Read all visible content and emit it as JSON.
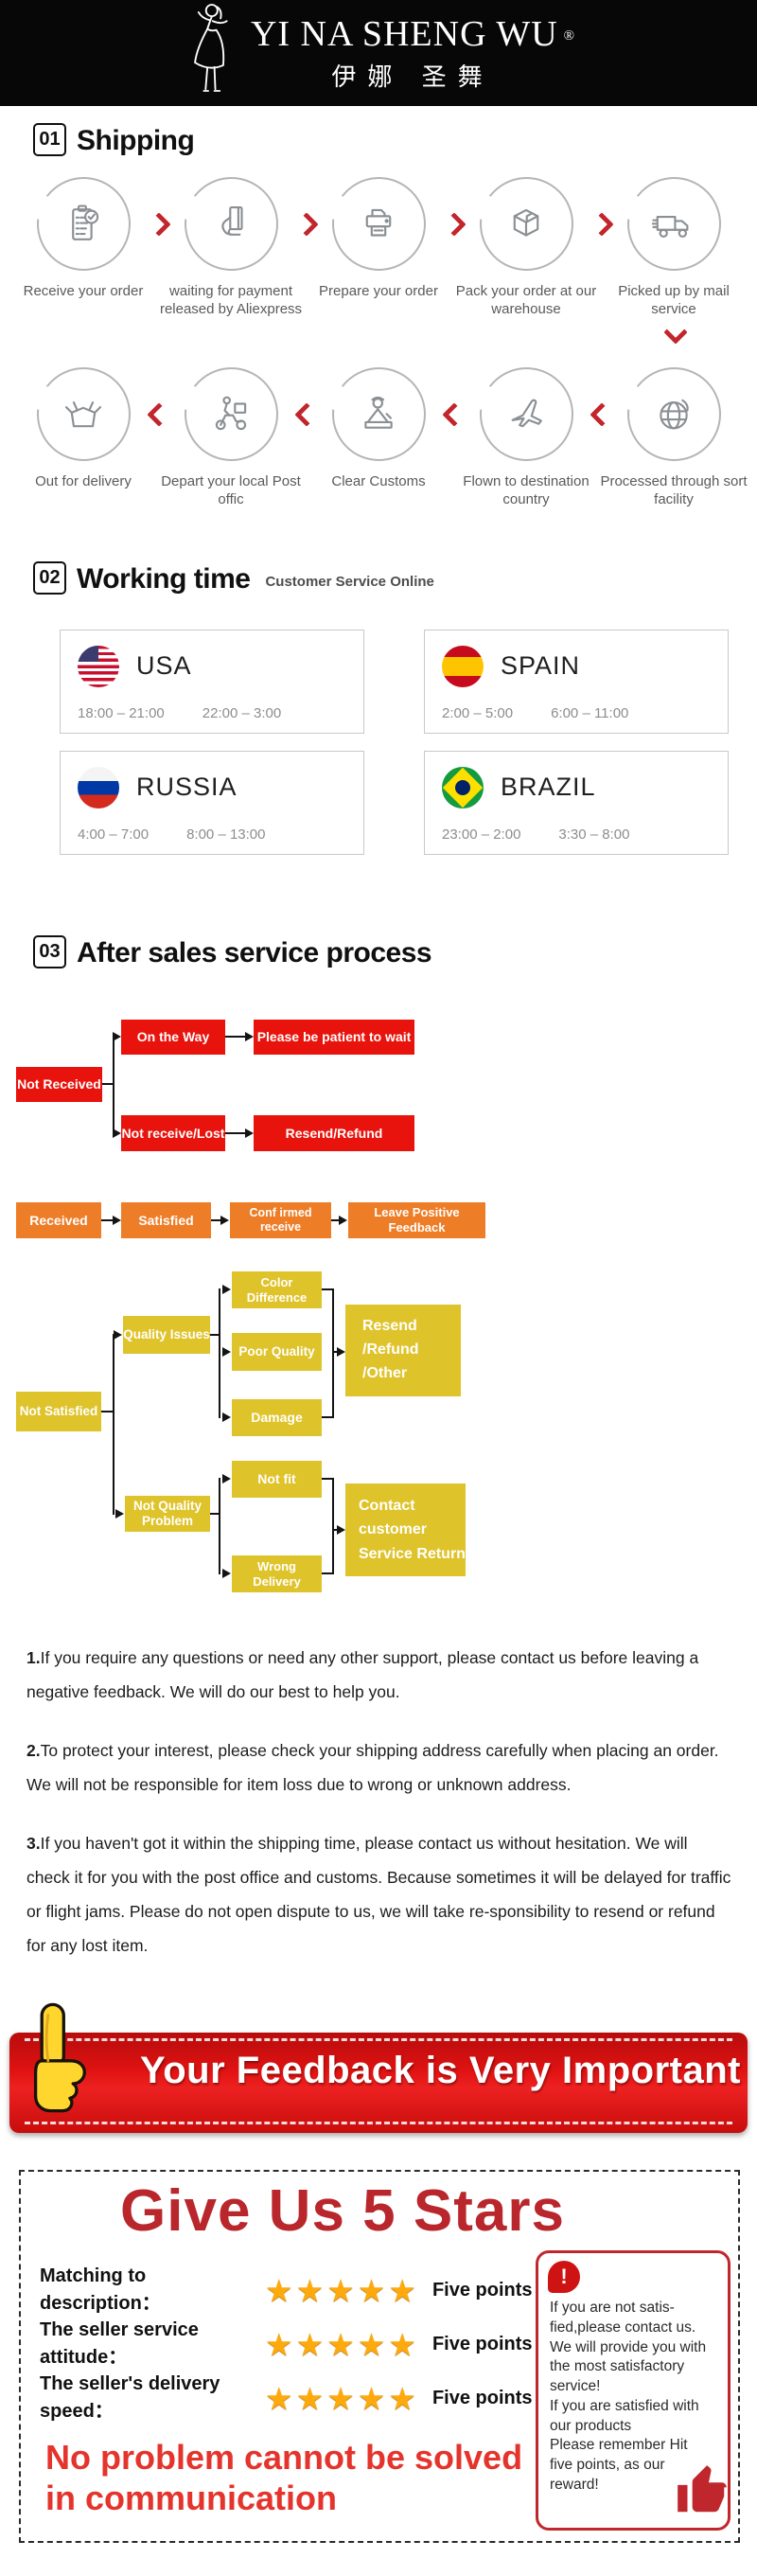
{
  "brand": {
    "name": "YI NA SHENG WU",
    "registered": "®",
    "cjk": "伊娜 圣舞"
  },
  "section1": {
    "num": "01",
    "title": "Shipping"
  },
  "section2": {
    "num": "02",
    "title": "Working time",
    "subtitle": "Customer Service Online"
  },
  "section3": {
    "num": "03",
    "title": "After sales service process"
  },
  "shipping": {
    "row1": [
      {
        "label": "Receive your order"
      },
      {
        "label": "waiting for payment released by Aliexpress"
      },
      {
        "label": "Prepare your order"
      },
      {
        "label": "Pack your order at our warehouse"
      },
      {
        "label": "Picked up by mail service"
      }
    ],
    "row2": [
      {
        "label": "Out for delivery"
      },
      {
        "label": "Depart your local Post offic"
      },
      {
        "label": "Clear Customs"
      },
      {
        "label": "Flown to destination country"
      },
      {
        "label": "Processed through sort facility"
      }
    ]
  },
  "working_time": {
    "cards": [
      {
        "country": "USA",
        "time1": "18:00 – 21:00",
        "time2": "22:00 – 3:00"
      },
      {
        "country": "SPAIN",
        "time1": "2:00 – 5:00",
        "time2": "6:00 – 11:00"
      },
      {
        "country": "RUSSIA",
        "time1": "4:00 – 7:00",
        "time2": "8:00 – 13:00"
      },
      {
        "country": "BRAZIL",
        "time1": "23:00 – 2:00",
        "time2": "3:30 – 8:00"
      }
    ]
  },
  "flow": {
    "not_received": "Not Received",
    "on_the_way": "On the Way",
    "be_patient": "Please be patient to wait",
    "not_receive_lost": "Not receive/Lost",
    "resend_refund": "Resend/Refund",
    "received": "Received",
    "satisfied": "Satisfied",
    "confirmed_receive": "Conf irmed receive",
    "leave_feedback": "Leave Positive Feedback",
    "not_satisfied": "Not Satisfied",
    "quality_issues": "Quality Issues",
    "color_difference": "Color Difference",
    "poor_quality": "Poor Quality",
    "damage": "Damage",
    "resend_refund_other": "Resend\n/Refund\n/Other",
    "not_quality_problem": "Not Quality\nProblem",
    "not_fit": "Not fit",
    "wrong_delivery": "Wrong Delivery",
    "contact_customer": "Contact customer\nService Return"
  },
  "notes": [
    {
      "num": "1.",
      "text": "If you require any questions or need any other support, please contact us before leaving a negative feedback. We will do our best to help you."
    },
    {
      "num": "2.",
      "text": "To protect your interest, please check your shipping address carefully when placing an order. We will not be responsible for item loss due to wrong or unknown address."
    },
    {
      "num": "3.",
      "text": "If you haven't got it within the shipping time, please contact us without hesitation. We will check it for you with the post office and customs. Because sometimes it will be delayed for traffic or flight jams. Please do not open dispute to us, we will take re-sponsibility to resend or refund for any lost item."
    }
  ],
  "banner": {
    "text": "Your Feedback is Very Important"
  },
  "stars": {
    "title": "Give Us 5 Stars",
    "star_glyph": "★",
    "rows": [
      {
        "label": "Matching to description：",
        "points": "Five points"
      },
      {
        "label": "The seller service attitude：",
        "points": "Five points"
      },
      {
        "label": "The seller's delivery speed：",
        "points": "Five points"
      }
    ],
    "slogan": "No problem cannot be solved\nin communication",
    "info": "If you are not satis-\nfied,please contact us.\nWe will provide you with\nthe most satisfactory\nservice!\nIf you are satisfied with\nour products\nPlease remember Hit\nfive points, as our\nreward!"
  },
  "colors": {
    "flow_red": "#e8130c",
    "flow_orange": "#ee7d27",
    "flow_yellow": "#dfc32b",
    "banner_red": "#d90f0f",
    "title_crimson": "#b9262c",
    "slogan_red": "#e4342c",
    "star_gold": "#feaa0d",
    "chevron_red": "#c2252b"
  }
}
